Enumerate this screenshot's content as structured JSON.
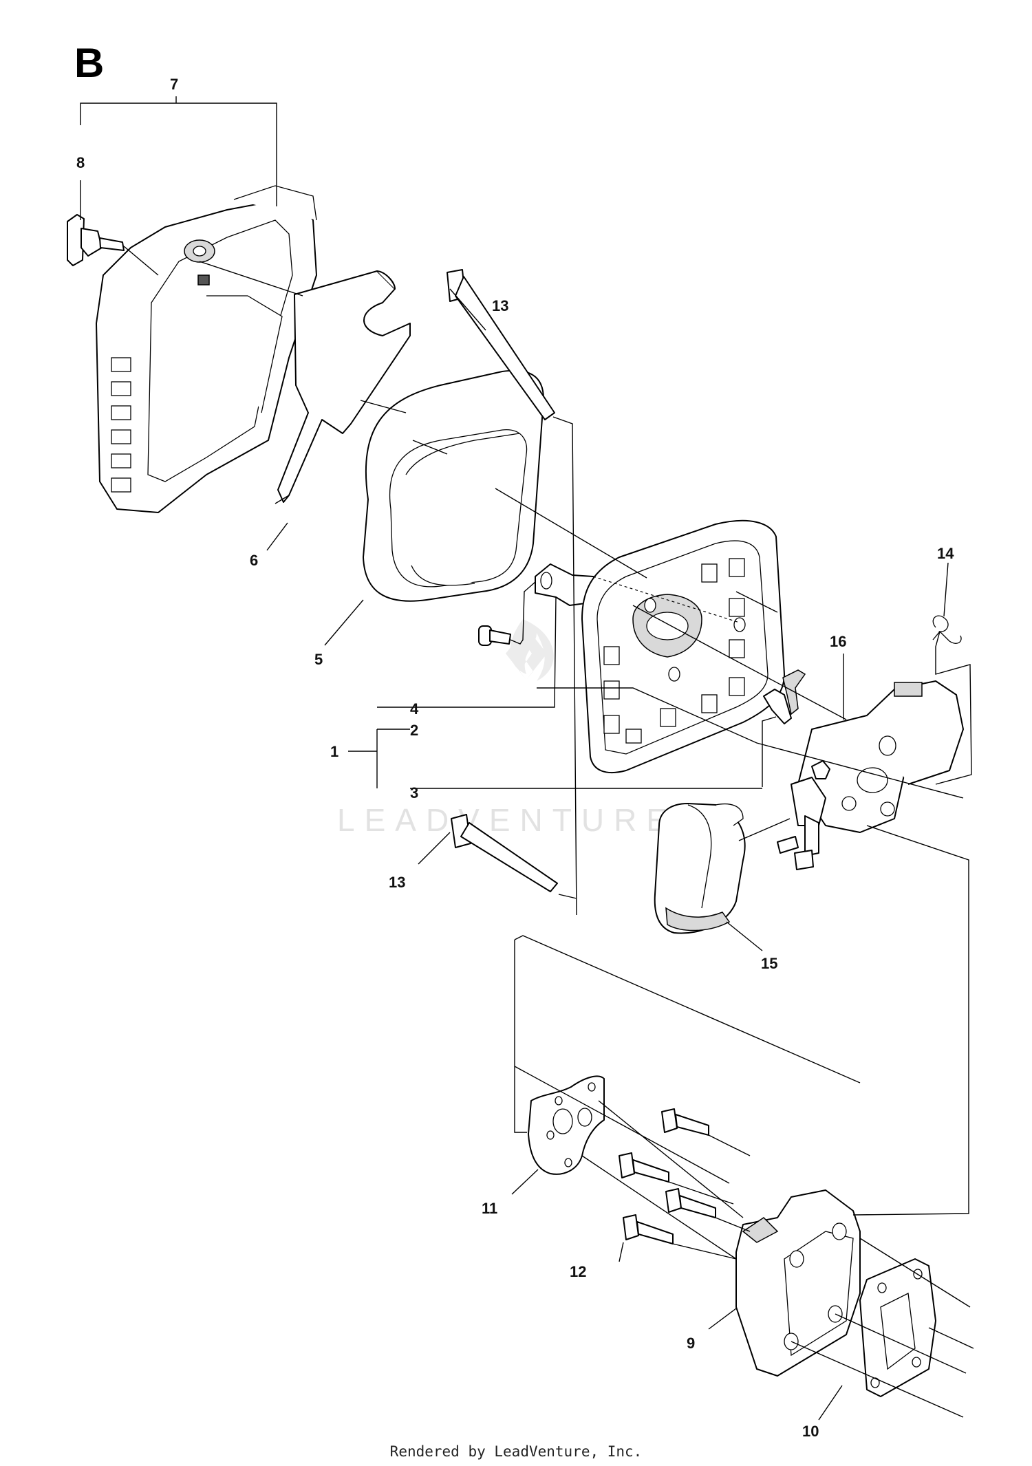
{
  "section_label": "B",
  "callouts": {
    "c1": "1",
    "c2": "2",
    "c3": "3",
    "c4": "4",
    "c5": "5",
    "c6": "6",
    "c7": "7",
    "c8": "8",
    "c9": "9",
    "c10": "10",
    "c11": "11",
    "c12": "12",
    "c13a": "13",
    "c13b": "13",
    "c14": "14",
    "c15": "15",
    "c16": "16"
  },
  "watermark": "LEADVENTURE",
  "footer": "Rendered by LeadVenture, Inc."
}
